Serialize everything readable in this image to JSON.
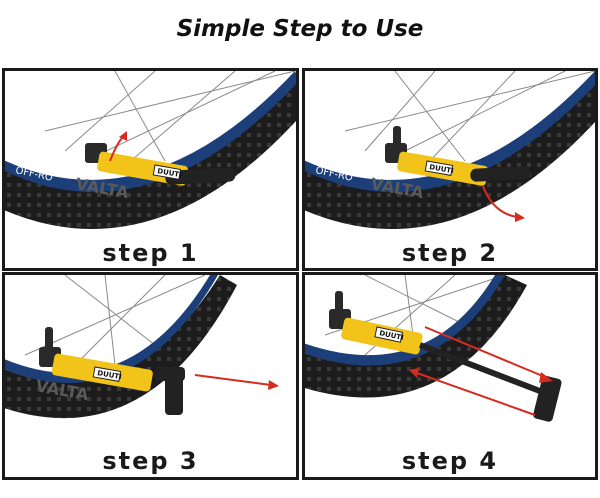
{
  "title": "Simple Step to Use",
  "steps": [
    {
      "label": "step 1"
    },
    {
      "label": "step 2"
    },
    {
      "label": "step 3"
    },
    {
      "label": "step 4"
    }
  ],
  "pump_brand": "DUUTI",
  "tire_text": "OFF-RO",
  "tire_brand": "VALTA",
  "colors": {
    "pump_yellow": "#f2c318",
    "arrow_red": "#d62b1f",
    "tire": "#1c1c1c",
    "rim_blue": "#1c3f7a"
  },
  "icons": [
    "tire-illustration",
    "mini-pump-illustration",
    "red-direction-arrow"
  ]
}
